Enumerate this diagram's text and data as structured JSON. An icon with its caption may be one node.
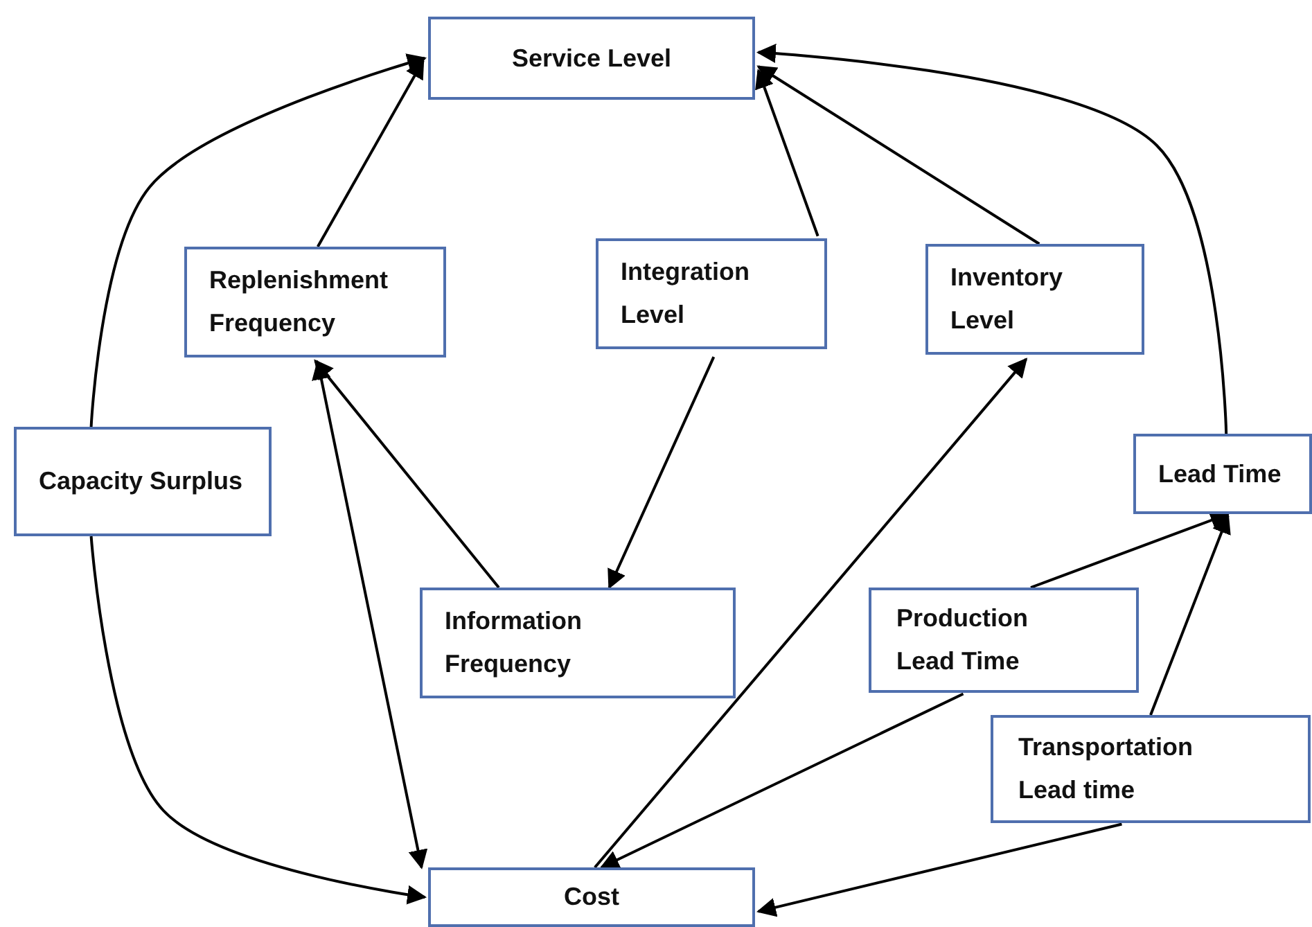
{
  "diagram": {
    "nodes": [
      {
        "text": [
          "Service Level"
        ]
      },
      {
        "text": [
          "Replenishment Frequency"
        ]
      },
      {
        "text": [
          "Integration Level"
        ]
      },
      {
        "text": [
          "Inventory Level"
        ]
      },
      {
        "text": [
          "Capacity Surplus"
        ]
      },
      {
        "text": [
          "Lead Time"
        ]
      },
      {
        "text": [
          "Information Frequency"
        ]
      },
      {
        "text": [
          "Production Lead Time"
        ]
      },
      {
        "text": [
          "Transportation Lead time"
        ]
      },
      {
        "text": [
          "Cost"
        ]
      }
    ],
    "edges": [
      {
        "from": 4,
        "to": 0,
        "arrow": "to"
      },
      {
        "from": 4,
        "to": 9,
        "arrow": "to"
      },
      {
        "from": 1,
        "to": 0,
        "arrow": "to"
      },
      {
        "from": 2,
        "to": 0,
        "arrow": "to"
      },
      {
        "from": 3,
        "to": 0,
        "arrow": "to"
      },
      {
        "from": 5,
        "to": 0,
        "arrow": "to"
      },
      {
        "from": 2,
        "to": 6,
        "arrow": "to"
      },
      {
        "from": 6,
        "to": 1,
        "arrow": "to"
      },
      {
        "from": 9,
        "to": 1,
        "arrow": "both"
      },
      {
        "from": 9,
        "to": 3,
        "arrow": "to"
      },
      {
        "from": 7,
        "to": 9,
        "arrow": "to"
      },
      {
        "from": 7,
        "to": 5,
        "arrow": "to"
      },
      {
        "from": 8,
        "to": 5,
        "arrow": "to"
      },
      {
        "from": 8,
        "to": 9,
        "arrow": "to"
      }
    ]
  }
}
